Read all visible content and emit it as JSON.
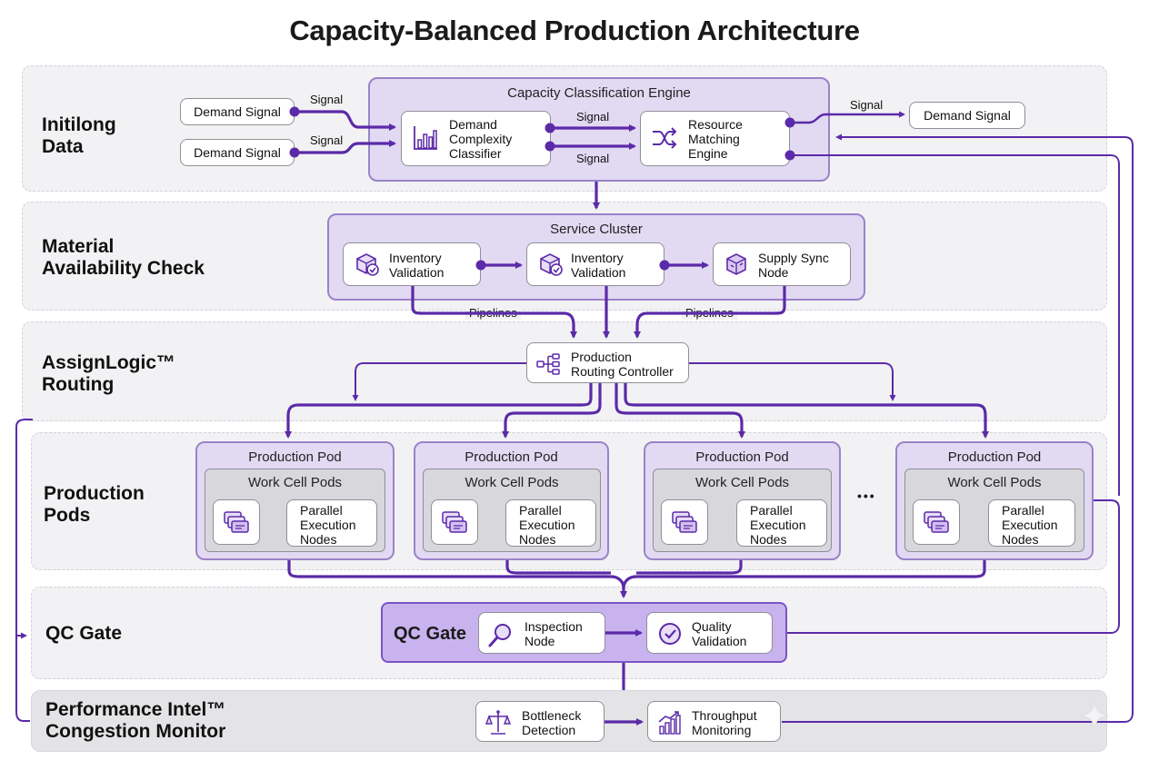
{
  "title": "Capacity-Balanced Production Architecture",
  "colors": {
    "accent": "#5b2aa8",
    "cluster_fill": "#e2d9f3",
    "qc_fill": "#c9b3ef"
  },
  "bands": {
    "initial": "Initilong\nData",
    "material": "Material\nAvailability Check",
    "routing": "AssignLogic™\nRouting",
    "pods": "Production\nPods",
    "qc": "QC Gate",
    "perf": "Performance Intel™\nCongestion Monitor"
  },
  "initial": {
    "demand_signal_in_1": "Demand Signal",
    "demand_signal_in_2": "Demand Signal",
    "demand_signal_out": "Demand Signal",
    "engine_title": "Capacity Classification Engine",
    "classifier": "Demand\nComplexity\nClassifier",
    "matching": "Resource\nMatching\nEngine",
    "signal_labels": [
      "Signal",
      "Signal",
      "Signal",
      "Signal",
      "Signal"
    ]
  },
  "material": {
    "cluster_title": "Service Cluster",
    "inventory_1": "Inventory\nValidation",
    "inventory_2": "Inventory\nValidation",
    "supply_sync": "Supply Sync\nNode",
    "pipelines_labels": [
      "Pipelines",
      "Pipelines"
    ]
  },
  "routing": {
    "controller": "Production\nRouting Controller"
  },
  "pods": {
    "items": [
      {
        "title": "Production Pod",
        "inner": "Work Cell Pods",
        "node": "Parallel\nExecution\nNodes"
      },
      {
        "title": "Production Pod",
        "inner": "Work Cell Pods",
        "node": "Parallel\nExecution\nNodes"
      },
      {
        "title": "Production Pod",
        "inner": "Work Cell Pods",
        "node": "Parallel\nExecution\nNodes"
      },
      {
        "title": "Production Pod",
        "inner": "Work Cell Pods",
        "node": "Parallel\nExecution\nNodes"
      }
    ],
    "ellipsis": "•••"
  },
  "qc": {
    "gate_label": "QC Gate",
    "inspection": "Inspection\nNode",
    "quality": "Quality\nValidation"
  },
  "perf": {
    "bottleneck": "Bottleneck\nDetection",
    "throughput": "Throughput\nMonitoring"
  },
  "icons": {
    "classifier": "bar-chart-icon",
    "matching": "shuffle-icon",
    "inventory": "box-check-icon",
    "supply": "cube-sync-icon",
    "controller": "hierarchy-icon",
    "work_cell": "stacked-cards-icon",
    "inspection": "magnifier-icon",
    "quality": "check-circle-icon",
    "bottleneck": "balance-icon",
    "throughput": "growth-chart-icon"
  }
}
